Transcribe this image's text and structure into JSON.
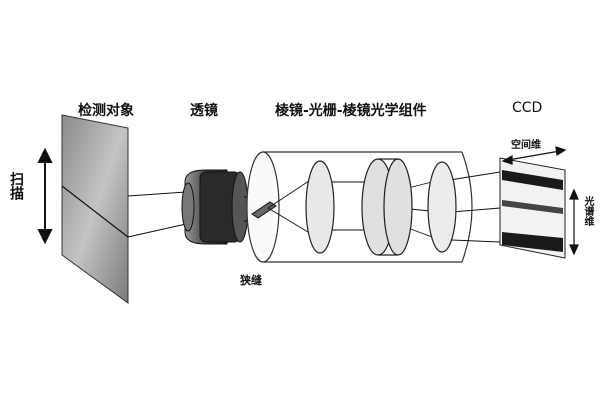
{
  "labels": {
    "detect_object": "检测对象",
    "lens": "透镜",
    "prism_grating": "棱镜-光栅-棱镜光学组件",
    "ccd": "CCD",
    "scan": "扫描",
    "slit": "狭缝",
    "spatial_dimension": "空间维",
    "spectral_dimension": "光谱维"
  }
}
